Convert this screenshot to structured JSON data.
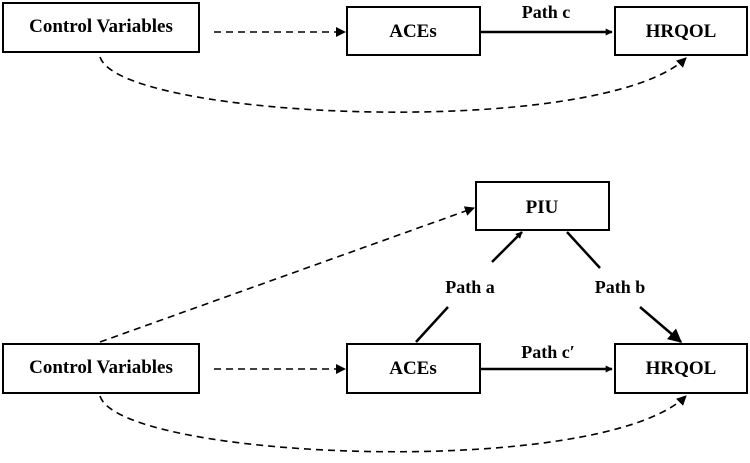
{
  "colors": {
    "stroke": "#000000",
    "background": "#ffffff"
  },
  "top_model": {
    "control_variables": "Control Variables",
    "aces": "ACEs",
    "hrqol": "HRQOL",
    "path_c": "Path c"
  },
  "bottom_model": {
    "control_variables": "Control Variables",
    "aces": "ACEs",
    "piu": "PIU",
    "hrqol": "HRQOL",
    "path_a": "Path a",
    "path_b": "Path b",
    "path_c_prime": "Path c′"
  }
}
